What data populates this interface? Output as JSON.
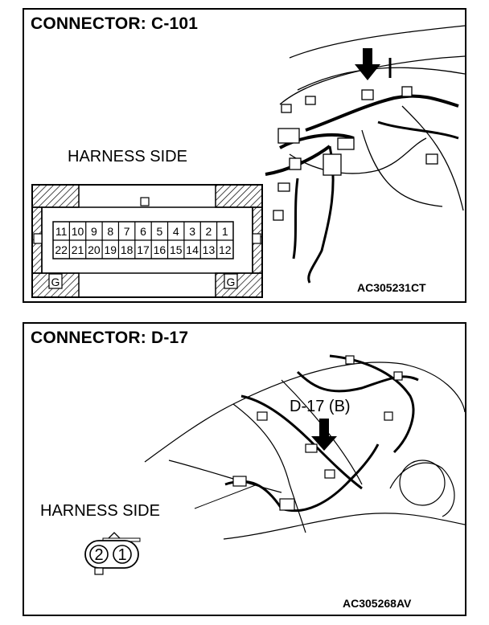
{
  "panels": [
    {
      "title": "CONNECTOR: C-101",
      "harness_side_label": "HARNESS SIDE",
      "connector": {
        "top_row": [
          "11",
          "10",
          "9",
          "8",
          "7",
          "6",
          "5",
          "4",
          "3",
          "2",
          "1"
        ],
        "bottom_row": [
          "22",
          "21",
          "20",
          "19",
          "18",
          "17",
          "16",
          "15",
          "14",
          "13",
          "12"
        ],
        "ground_mark_left": "G",
        "ground_mark_right": "G"
      },
      "image_code": "AC305231CT"
    },
    {
      "title": "CONNECTOR: D-17",
      "harness_side_label": "HARNESS SIDE",
      "location_callout": "D-17 (B)",
      "connector": {
        "pins": [
          "2",
          "1"
        ]
      },
      "image_code": "AC305268AV"
    }
  ]
}
